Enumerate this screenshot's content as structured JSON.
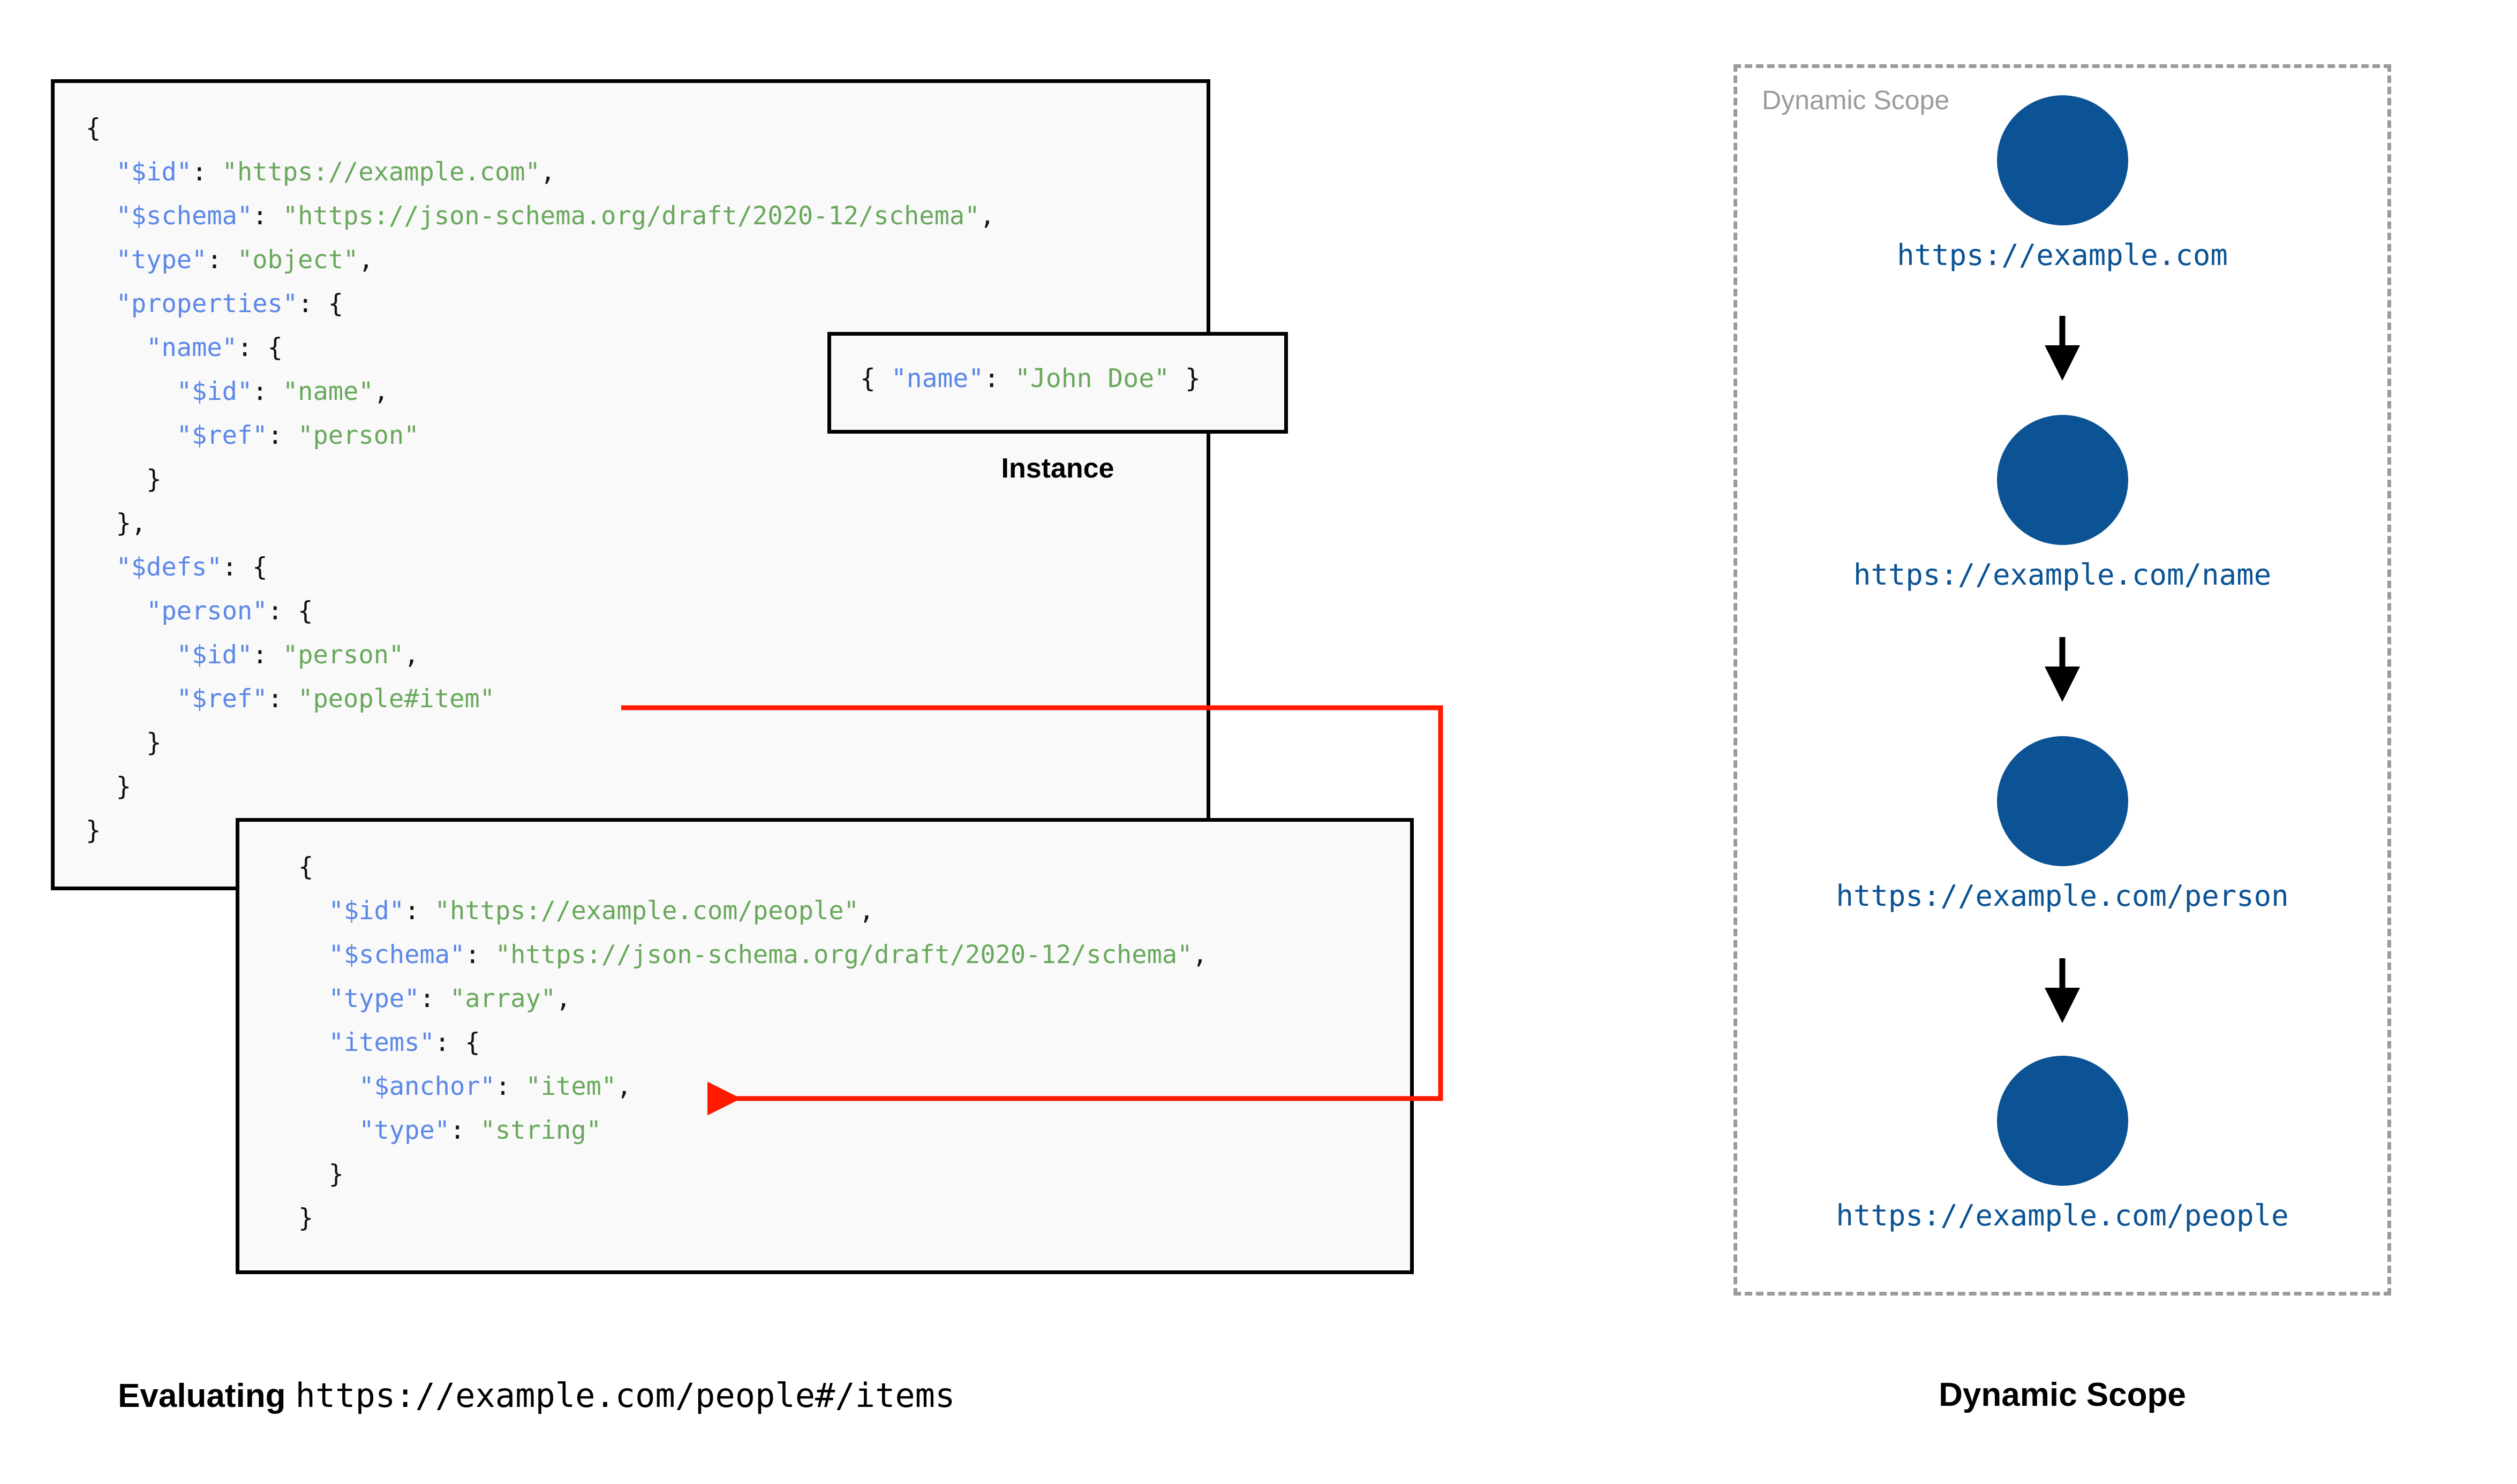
{
  "diagram": {
    "title_left": "Evaluating",
    "evaluating_uri": "https://example.com/people#/items",
    "title_right": "Dynamic Scope"
  },
  "schema_root": {
    "lines": [
      {
        "t": "{",
        "cls": "p",
        "indent": 0
      },
      {
        "key": "\"$id\"",
        "val": "\"https://example.com\"",
        "tail": ",",
        "indent": 1
      },
      {
        "key": "\"$schema\"",
        "val": "\"https://json-schema.org/draft/2020-12/schema\"",
        "tail": ",",
        "indent": 1
      },
      {
        "key": "\"type\"",
        "val": "\"object\"",
        "tail": ",",
        "indent": 1
      },
      {
        "key": "\"properties\"",
        "val": "",
        "tail": "{",
        "indent": 1
      },
      {
        "key": "\"name\"",
        "val": "",
        "tail": "{",
        "indent": 2
      },
      {
        "key": "\"$id\"",
        "val": "\"name\"",
        "tail": ",",
        "indent": 3
      },
      {
        "key": "\"$ref\"",
        "val": "\"person\"",
        "tail": "",
        "indent": 3
      },
      {
        "t": "}",
        "cls": "p",
        "indent": 2
      },
      {
        "t": "},",
        "cls": "p",
        "indent": 1
      },
      {
        "key": "\"$defs\"",
        "val": "",
        "tail": "{",
        "indent": 1
      },
      {
        "key": "\"person\"",
        "val": "",
        "tail": "{",
        "indent": 2
      },
      {
        "key": "\"$id\"",
        "val": "\"person\"",
        "tail": ",",
        "indent": 3
      },
      {
        "key": "\"$ref\"",
        "val": "\"people#item\"",
        "tail": "",
        "indent": 3
      },
      {
        "t": "}",
        "cls": "p",
        "indent": 2
      },
      {
        "t": "}",
        "cls": "p",
        "indent": 1
      },
      {
        "t": "}",
        "cls": "p",
        "indent": 0
      }
    ],
    "text": "{\n  \"$id\": \"https://example.com\",\n  \"$schema\": \"https://json-schema.org/draft/2020-12/schema\",\n  \"type\": \"object\",\n  \"properties\": {\n    \"name\": {\n      \"$id\": \"name\",\n      \"$ref\": \"person\"\n    }\n  },\n  \"$defs\": {\n    \"person\": {\n      \"$id\": \"person\",\n      \"$ref\": \"people#item\"\n    }\n  }\n}"
  },
  "people_schema": {
    "text": "{\n  \"$id\": \"https://example.com/people\",\n  \"$schema\": \"https://json-schema.org/draft/2020-12/schema\",\n  \"type\": \"array\",\n  \"items\": {\n    \"$anchor\": \"item\",\n    \"type\": \"string\"\n  }\n}"
  },
  "instance": {
    "text": "{ \"name\": \"John Doe\" }",
    "key": "\"name\"",
    "value": "\"John Doe\"",
    "caption": "Instance"
  },
  "scope_panel": {
    "label": "Dynamic Scope",
    "nodes": [
      {
        "id": "node-root",
        "label": "https://example.com"
      },
      {
        "id": "node-name",
        "label": "https://example.com/name"
      },
      {
        "id": "node-person",
        "label": "https://example.com/person"
      },
      {
        "id": "node-people",
        "label": "https://example.com/people"
      }
    ]
  },
  "colors": {
    "json_key": "#5b87e8",
    "json_string": "#69a85c",
    "reference_arrow": "#ff1a00",
    "scope_node": "#0b5394",
    "scope_border": "#9b9b9b",
    "box_border": "#000000",
    "box_fill": "#f9f9f9"
  }
}
